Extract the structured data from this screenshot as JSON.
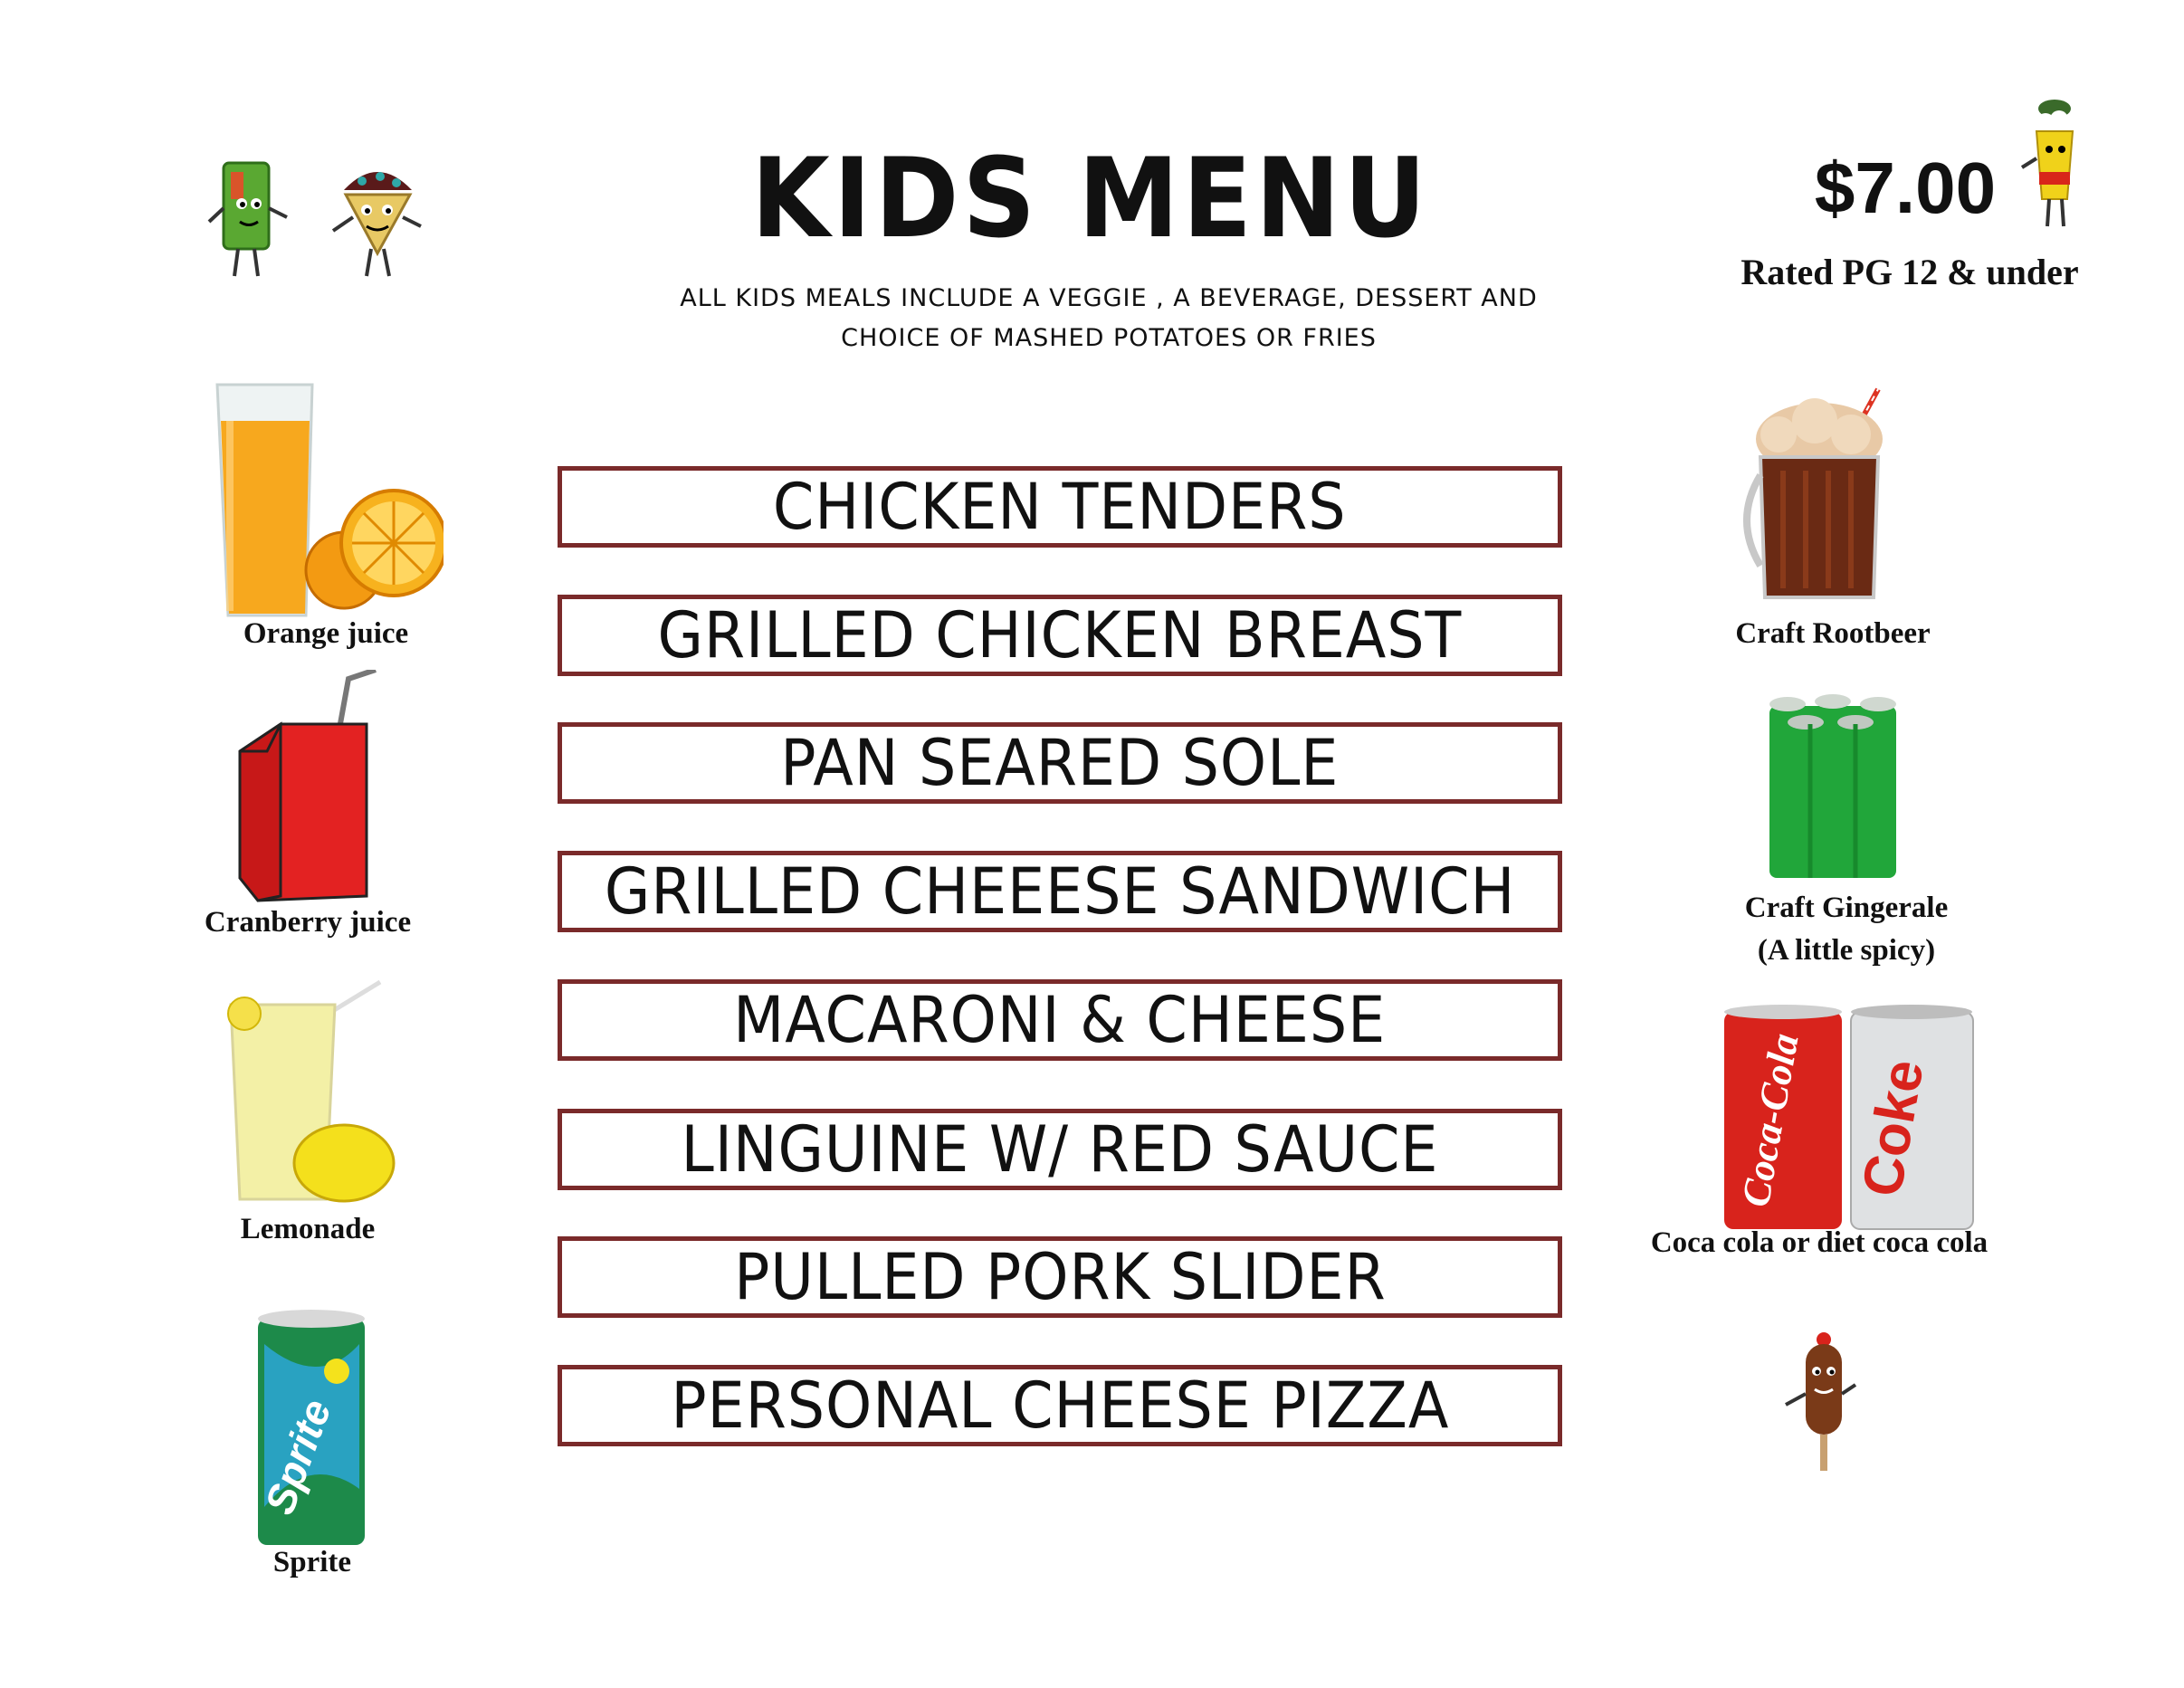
{
  "header": {
    "title": "KIDS MENU",
    "subtitle_line1": "ALL KIDS MEALS INCLUDE A VEGGIE , A BEVERAGE, DESSERT AND",
    "subtitle_line2": "CHOICE OF MASHED POTATOES OR FRIES",
    "price": "$7.00",
    "rating": "Rated PG 12 & under"
  },
  "menu": {
    "items": [
      "CHICKEN TENDERS",
      "GRILLED CHICKEN BREAST",
      "PAN SEARED SOLE",
      "GRILLED CHEEESE SANDWICH",
      "MACARONI & CHEESE",
      "LINGUINE W/ RED SAUCE",
      "PULLED PORK SLIDER",
      "PERSONAL CHEESE PIZZA"
    ]
  },
  "drinks_left": [
    {
      "label": "Orange juice",
      "icon": "orange-juice-icon"
    },
    {
      "label": "Cranberry juice",
      "icon": "juice-box-icon"
    },
    {
      "label": "Lemonade",
      "icon": "lemonade-icon"
    },
    {
      "label": "Sprite",
      "icon": "sprite-can-icon"
    }
  ],
  "drinks_right": [
    {
      "label": "Craft Rootbeer",
      "icon": "rootbeer-mug-icon"
    },
    {
      "label": "Craft Gingerale",
      "label2": "(A little spicy)",
      "icon": "gingerale-cans-icon"
    },
    {
      "label": "Coca cola or diet coca cola",
      "icon": "coke-cans-icon"
    }
  ],
  "colors": {
    "box_border": "#7a2a2a",
    "text": "#111111",
    "background": "#ffffff"
  }
}
